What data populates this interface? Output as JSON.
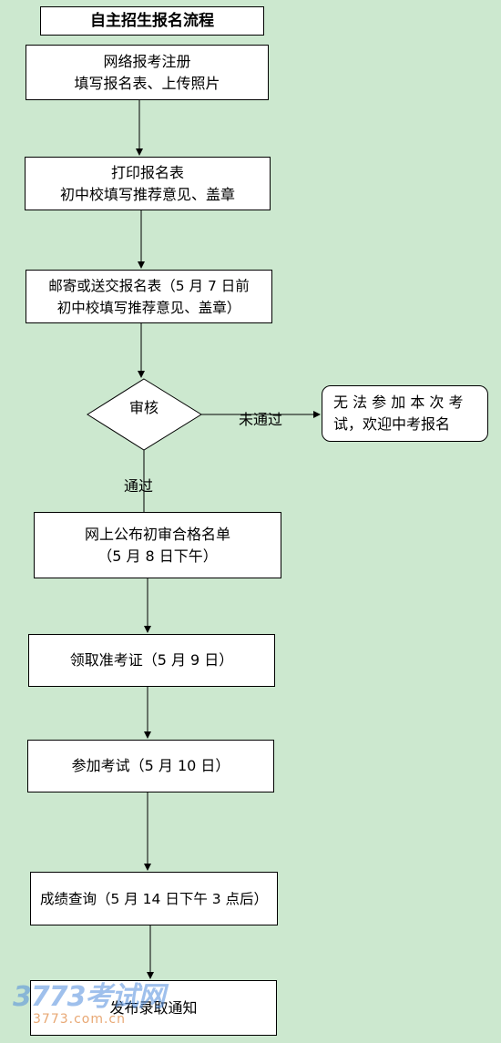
{
  "title": "自主招生报名流程",
  "steps": {
    "register": {
      "line1": "网络报考注册",
      "line2": "填写报名表、上传照片"
    },
    "print": {
      "line1": "打印报名表",
      "line2": "初中校填写推荐意见、盖章"
    },
    "mail": {
      "line1": "邮寄或送交报名表（5 月 7 日前",
      "line2": "初中校填写推荐意见、盖章）"
    },
    "review": {
      "label": "审核"
    },
    "reject": {
      "line1": "无 法 参 加 本 次 考",
      "line2": "试，欢迎中考报名"
    },
    "publish": {
      "line1": "网上公布初审合格名单",
      "line2": "（5 月 8 日下午）"
    },
    "ticket": {
      "line1": "领取准考证（5 月 9 日）"
    },
    "exam": {
      "line1": "参加考试（5 月 10 日）"
    },
    "score": {
      "line1": "成绩查询（5 月 14 日下午 3 点后）"
    },
    "notice": {
      "line1": "发布录取通知"
    }
  },
  "edges": {
    "fail_label": "未通过",
    "pass_label": "通过"
  },
  "watermark": {
    "text": "3773考试网",
    "url": "3773.com.cn"
  },
  "colors": {
    "background": "#cce8cf",
    "box_fill": "#ffffff",
    "stroke": "#000000"
  }
}
